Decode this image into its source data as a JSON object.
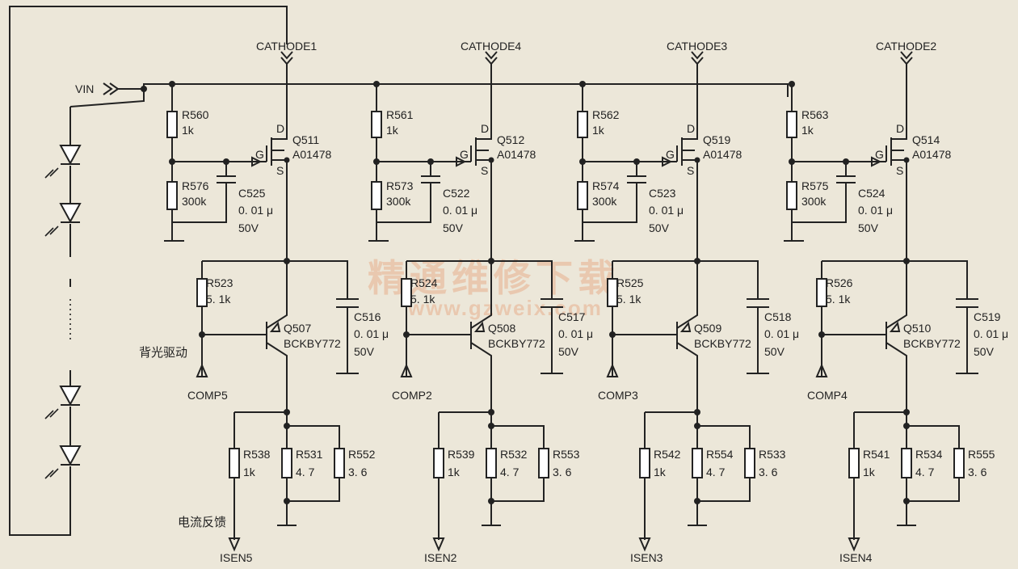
{
  "vin_label": "VIN",
  "labels": {
    "backlight_drive": "背光驱动",
    "current_feedback": "电流反馈"
  },
  "watermark": {
    "line1": "精通维修下载",
    "line2": "www.gzweix.com"
  },
  "channels": [
    {
      "cathode": "CATHODE1",
      "mosfet": {
        "ref": "Q511",
        "part": "A01478"
      },
      "r_top": {
        "ref": "R560",
        "value": "1k"
      },
      "r_bottom": {
        "ref": "R576",
        "value": "300k"
      },
      "c_gate": {
        "ref": "C525",
        "value": "0. 01 μ",
        "voltage": "50V"
      },
      "r_base": {
        "ref": "R523",
        "value": "5. 1k"
      },
      "transistor": {
        "ref": "Q507",
        "part": "BCKBY772"
      },
      "c_out": {
        "ref": "C516",
        "value": "0. 01 μ",
        "voltage": "50V"
      },
      "comp": "COMP5",
      "r_fb": {
        "ref": "R538",
        "value": "1k"
      },
      "r_sense1": {
        "ref": "R531",
        "value": "4. 7"
      },
      "r_sense2": {
        "ref": "R552",
        "value": "3. 6"
      },
      "isen": "ISEN5"
    },
    {
      "cathode": "CATHODE4",
      "mosfet": {
        "ref": "Q512",
        "part": "A01478"
      },
      "r_top": {
        "ref": "R561",
        "value": "1k"
      },
      "r_bottom": {
        "ref": "R573",
        "value": "300k"
      },
      "c_gate": {
        "ref": "C522",
        "value": "0. 01 μ",
        "voltage": "50V"
      },
      "r_base": {
        "ref": "R524",
        "value": "5. 1k"
      },
      "transistor": {
        "ref": "Q508",
        "part": "BCKBY772"
      },
      "c_out": {
        "ref": "C517",
        "value": "0. 01 μ",
        "voltage": "50V"
      },
      "comp": "COMP2",
      "r_fb": {
        "ref": "R539",
        "value": "1k"
      },
      "r_sense1": {
        "ref": "R532",
        "value": "4. 7"
      },
      "r_sense2": {
        "ref": "R553",
        "value": "3. 6"
      },
      "isen": "ISEN2"
    },
    {
      "cathode": "CATHODE3",
      "mosfet": {
        "ref": "Q519",
        "part": "A01478"
      },
      "r_top": {
        "ref": "R562",
        "value": "1k"
      },
      "r_bottom": {
        "ref": "R574",
        "value": "300k"
      },
      "c_gate": {
        "ref": "C523",
        "value": "0. 01 μ",
        "voltage": "50V"
      },
      "r_base": {
        "ref": "R525",
        "value": "5. 1k"
      },
      "transistor": {
        "ref": "Q509",
        "part": "BCKBY772"
      },
      "c_out": {
        "ref": "C518",
        "value": "0. 01 μ",
        "voltage": "50V"
      },
      "comp": "COMP3",
      "r_fb": {
        "ref": "R542",
        "value": "1k"
      },
      "r_sense1": {
        "ref": "R554",
        "value": "4. 7"
      },
      "r_sense2": {
        "ref": "R533",
        "value": "3. 6"
      },
      "isen": "ISEN3"
    },
    {
      "cathode": "CATHODE2",
      "mosfet": {
        "ref": "Q514",
        "part": "A01478"
      },
      "r_top": {
        "ref": "R563",
        "value": "1k"
      },
      "r_bottom": {
        "ref": "R575",
        "value": "300k"
      },
      "c_gate": {
        "ref": "C524",
        "value": "0. 01 μ",
        "voltage": "50V"
      },
      "r_base": {
        "ref": "R526",
        "value": "5. 1k"
      },
      "transistor": {
        "ref": "Q510",
        "part": "BCKBY772"
      },
      "c_out": {
        "ref": "C519",
        "value": "0. 01 μ",
        "voltage": "50V"
      },
      "comp": "COMP4",
      "r_fb": {
        "ref": "R541",
        "value": "1k"
      },
      "r_sense1": {
        "ref": "R534",
        "value": "4. 7"
      },
      "r_sense2": {
        "ref": "R555",
        "value": "3. 6"
      },
      "isen": "ISEN4"
    }
  ]
}
